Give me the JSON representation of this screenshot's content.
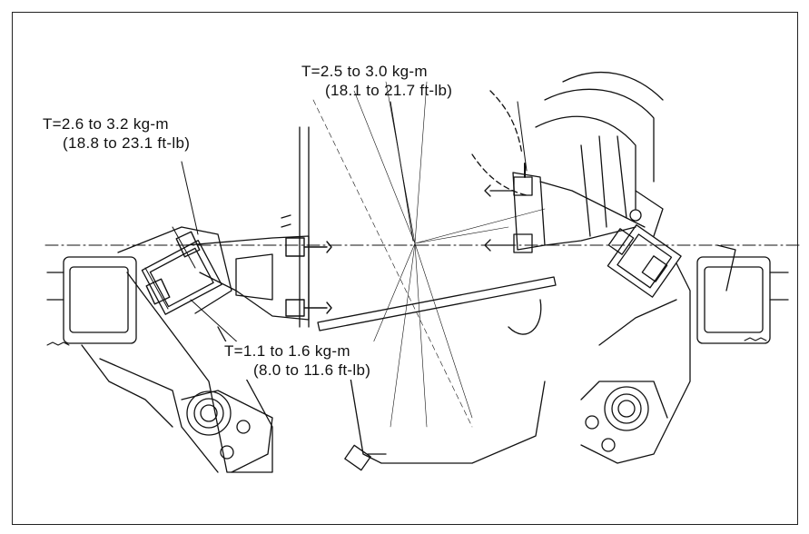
{
  "torque_specs": {
    "top": {
      "metric": "T=2.5 to 3.0 kg-m",
      "imperial": "(18.1 to 21.7 ft-lb)"
    },
    "left": {
      "metric": "T=2.6 to 3.2 kg-m",
      "imperial": "(18.8 to 23.1 ft-lb)"
    },
    "bottom": {
      "metric": "T=1.1 to 1.6 kg-m",
      "imperial": "(8.0 to 11.6 ft-lb)"
    }
  }
}
